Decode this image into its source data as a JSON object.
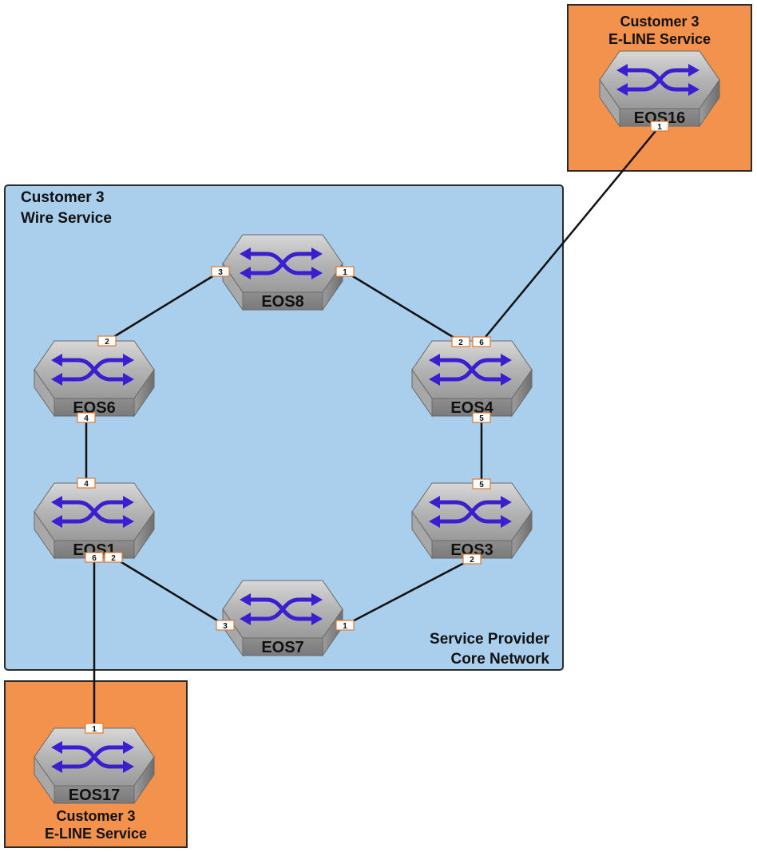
{
  "core_region": {
    "title_line1": "Customer 3",
    "title_line2": "Wire Service",
    "footer_line1": "Service Provider",
    "footer_line2": "Core Network"
  },
  "customer_top": {
    "line1": "Customer 3",
    "line2": "E-LINE Service"
  },
  "customer_bottom": {
    "line1": "Customer 3",
    "line2": "E-LINE Service"
  },
  "nodes": [
    {
      "id": "EOS8",
      "label": "EOS8"
    },
    {
      "id": "EOS6",
      "label": "EOS6"
    },
    {
      "id": "EOS4",
      "label": "EOS4"
    },
    {
      "id": "EOS1",
      "label": "EOS1"
    },
    {
      "id": "EOS3",
      "label": "EOS3"
    },
    {
      "id": "EOS7",
      "label": "EOS7"
    },
    {
      "id": "EOS16",
      "label": "EOS16"
    },
    {
      "id": "EOS17",
      "label": "EOS17"
    }
  ],
  "links": [
    {
      "a": "EOS8",
      "a_port": "3",
      "b": "EOS6",
      "b_port": "2"
    },
    {
      "a": "EOS8",
      "a_port": "1",
      "b": "EOS4",
      "b_port": "2"
    },
    {
      "a": "EOS6",
      "a_port": "4",
      "b": "EOS1",
      "b_port": "4"
    },
    {
      "a": "EOS4",
      "a_port": "5",
      "b": "EOS3",
      "b_port": "5"
    },
    {
      "a": "EOS1",
      "a_port": "2",
      "b": "EOS7",
      "b_port": "3"
    },
    {
      "a": "EOS3",
      "a_port": "2",
      "b": "EOS7",
      "b_port": "1"
    },
    {
      "a": "EOS4",
      "a_port": "6",
      "b": "EOS16",
      "b_port": "1"
    },
    {
      "a": "EOS1",
      "a_port": "6",
      "b": "EOS17",
      "b_port": "1"
    }
  ],
  "colors": {
    "core_fill": "#a9cfec",
    "customer_fill": "#f2924c",
    "arrow": "#3a1fd1",
    "port_border": "#e0782e"
  },
  "icons": {
    "switch": "switch-icon"
  }
}
